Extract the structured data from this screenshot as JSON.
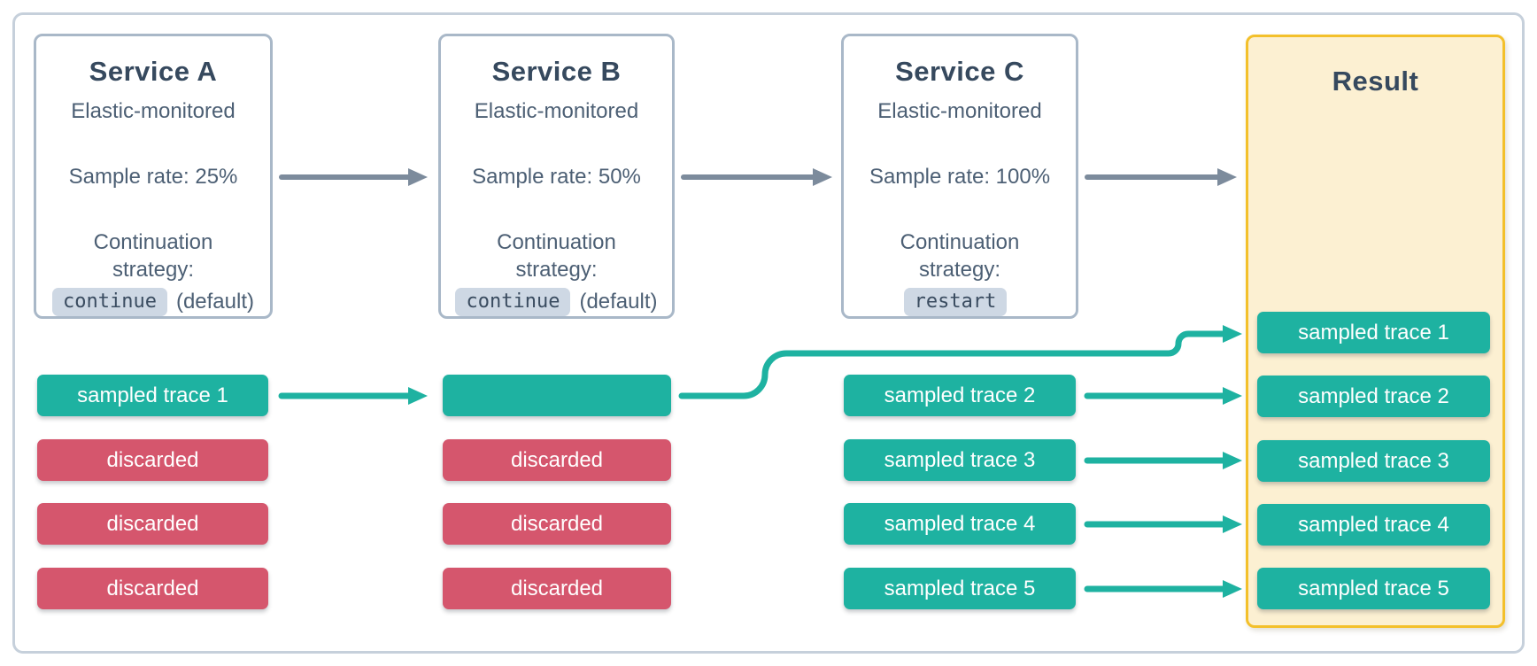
{
  "colors": {
    "teal": "#1eb2a1",
    "red": "#d5566d",
    "yellow_border": "#f3c02b",
    "cream_fill": "#fcf0d2",
    "title_slate": "#36495e",
    "body_slate": "#4c5f74",
    "service_border": "#a9b8c8",
    "outer_border": "#c6d0db",
    "chip_bg": "#ced8e4",
    "gray_arrow": "#7c8b9c"
  },
  "services": [
    {
      "title": "Service A",
      "subtitle": "Elastic-monitored",
      "sample_rate": "Sample rate: 25%",
      "continuation_label": "Continuation strategy:",
      "strategy_chip": "continue",
      "strategy_suffix": "(default)"
    },
    {
      "title": "Service B",
      "subtitle": "Elastic-monitored",
      "sample_rate": "Sample rate: 50%",
      "continuation_label": "Continuation strategy:",
      "strategy_chip": "continue",
      "strategy_suffix": "(default)"
    },
    {
      "title": "Service C",
      "subtitle": "Elastic-monitored",
      "sample_rate": "Sample rate: 100%",
      "continuation_label": "Continuation strategy:",
      "strategy_chip": "restart",
      "strategy_suffix": ""
    }
  ],
  "columns": {
    "a": {
      "rows": [
        {
          "label": "sampled trace 1",
          "type": "sampled"
        },
        {
          "label": "discarded",
          "type": "discarded"
        },
        {
          "label": "discarded",
          "type": "discarded"
        },
        {
          "label": "discarded",
          "type": "discarded"
        }
      ]
    },
    "b": {
      "rows": [
        {
          "label": "",
          "type": "sampled"
        },
        {
          "label": "discarded",
          "type": "discarded"
        },
        {
          "label": "discarded",
          "type": "discarded"
        },
        {
          "label": "discarded",
          "type": "discarded"
        }
      ]
    },
    "c": {
      "rows": [
        {
          "label": "sampled trace 2",
          "type": "sampled"
        },
        {
          "label": "sampled trace 3",
          "type": "sampled"
        },
        {
          "label": "sampled trace 4",
          "type": "sampled"
        },
        {
          "label": "sampled trace 5",
          "type": "sampled"
        }
      ]
    }
  },
  "result": {
    "title": "Result",
    "rows": [
      {
        "label": "sampled trace 1",
        "type": "sampled"
      },
      {
        "label": "sampled trace 2",
        "type": "sampled"
      },
      {
        "label": "sampled trace 3",
        "type": "sampled"
      },
      {
        "label": "sampled trace 4",
        "type": "sampled"
      },
      {
        "label": "sampled trace 5",
        "type": "sampled"
      }
    ]
  }
}
